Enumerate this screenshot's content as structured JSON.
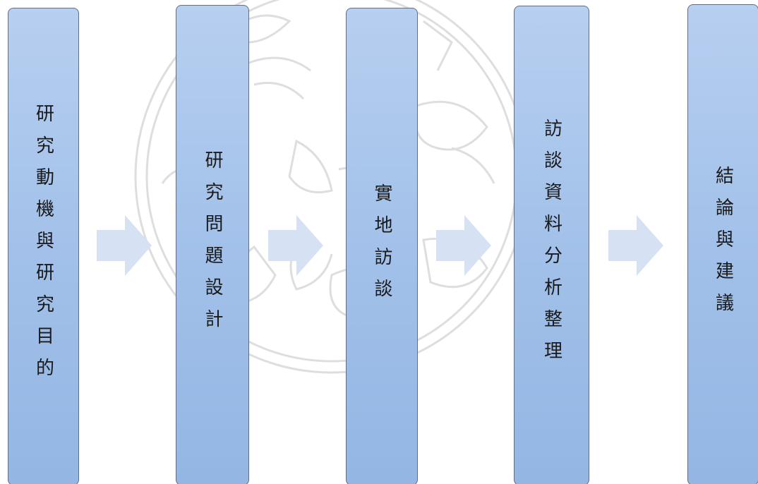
{
  "diagram": {
    "steps": [
      {
        "label": "研究動機與研究目的"
      },
      {
        "label": "研究問題設計"
      },
      {
        "label": "實地訪談"
      },
      {
        "label": "訪談資料分析整理"
      },
      {
        "label": "結論與建議"
      }
    ],
    "colors": {
      "box_fill_top": "#b7cff0",
      "box_fill_bottom": "#93b6e3",
      "box_border": "#5f6f86",
      "arrow_fill": "#d6e2f3",
      "text": "#1a1a1a",
      "watermark": "#dedede"
    },
    "icons": {
      "arrow": "right-arrow-icon",
      "watermark": "university-seal-watermark"
    }
  }
}
